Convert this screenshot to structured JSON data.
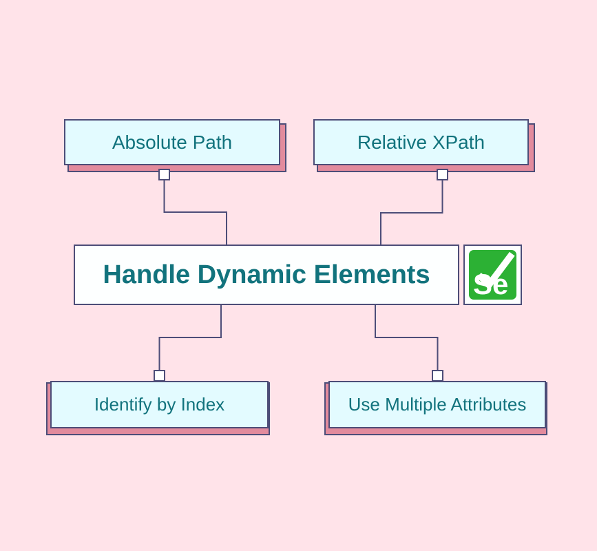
{
  "diagram": {
    "center": {
      "label": "Handle Dynamic Elements"
    },
    "nodes": {
      "absolute_path": {
        "label": "Absolute Path"
      },
      "relative_xpath": {
        "label": "Relative XPath"
      },
      "identify_by_index": {
        "label": "Identify by Index"
      },
      "use_multiple_attributes": {
        "label": "Use Multiple Attributes"
      }
    },
    "logo": {
      "label": "Se",
      "name": "selenium-logo"
    },
    "colors": {
      "background": "#ffe3e9",
      "node_fill": "#e3fbff",
      "center_fill": "#fdffff",
      "border": "#4d4d78",
      "shadow_pink": "#e28b9d",
      "text_teal": "#12737d",
      "selenium_green": "#2cb134"
    }
  }
}
